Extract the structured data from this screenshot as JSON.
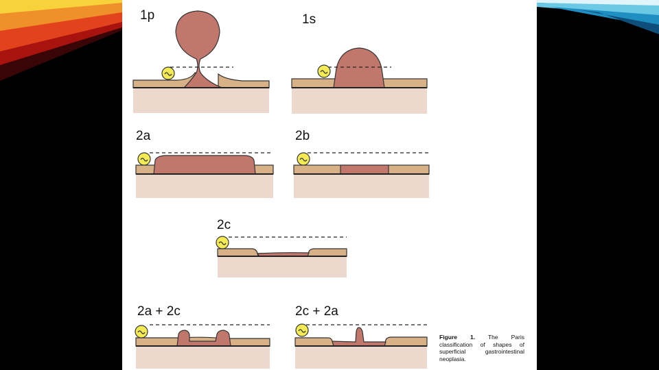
{
  "slide": {
    "panels": [
      {
        "id": "1p",
        "label": "1p"
      },
      {
        "id": "1s",
        "label": "1s"
      },
      {
        "id": "2a",
        "label": "2a"
      },
      {
        "id": "2b",
        "label": "2b"
      },
      {
        "id": "2c",
        "label": "2c"
      },
      {
        "id": "2a2c",
        "label": "2a + 2c"
      },
      {
        "id": "2c2a",
        "label": "2c + 2a"
      }
    ],
    "caption": {
      "lead": "Figure 1.",
      "text": " The Paris classification of shapes of superficial gastrointestinal neoplasia."
    },
    "colors": {
      "lesion": "#c2776c",
      "mucosa": "#d8b187",
      "submucosa": "#ecd8cc",
      "marker": "#f3ea55",
      "background": "#000000",
      "slide": "#ffffff"
    }
  }
}
